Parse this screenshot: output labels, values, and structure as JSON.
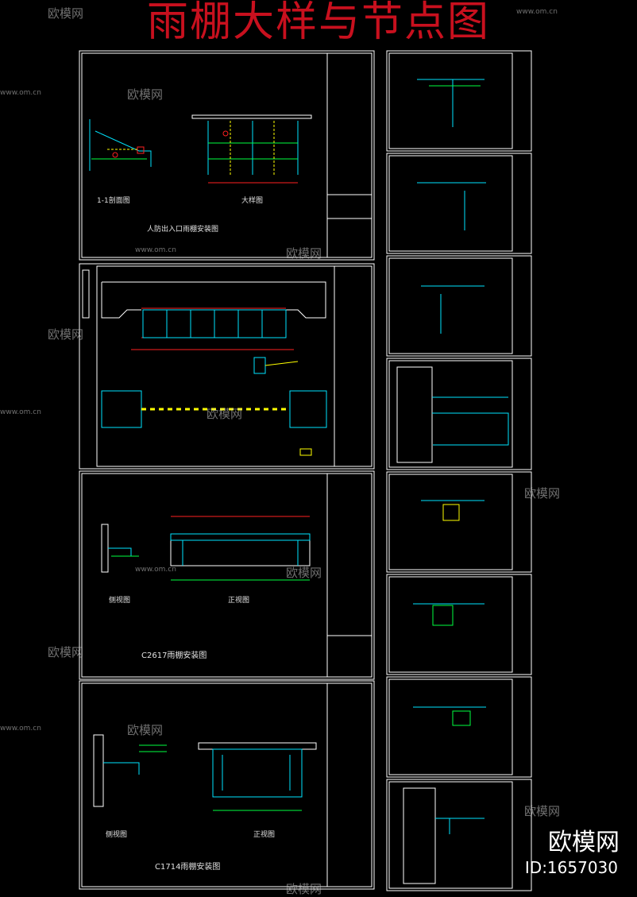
{
  "title": "雨棚大样与节点图",
  "sheet1": {
    "section_label": "1-1剖面图",
    "detail_label": "大样图",
    "caption": "人防出入口雨棚安装图"
  },
  "sheet3": {
    "left_label": "侧视图",
    "right_label": "正视图",
    "caption": "C2617雨棚安装图"
  },
  "sheet4": {
    "left_label": "侧视图",
    "right_label": "正视图",
    "caption": "C1714雨棚安装图"
  },
  "branding": {
    "name": "欧模网",
    "id": "ID:1657030"
  },
  "watermark": {
    "text": "欧模网",
    "url": "www.om.cn"
  },
  "colors": {
    "title": "#c8101e",
    "cyan": "#00e5ff",
    "yellow": "#ffff00",
    "red": "#ff2020",
    "green": "#00ff40"
  }
}
